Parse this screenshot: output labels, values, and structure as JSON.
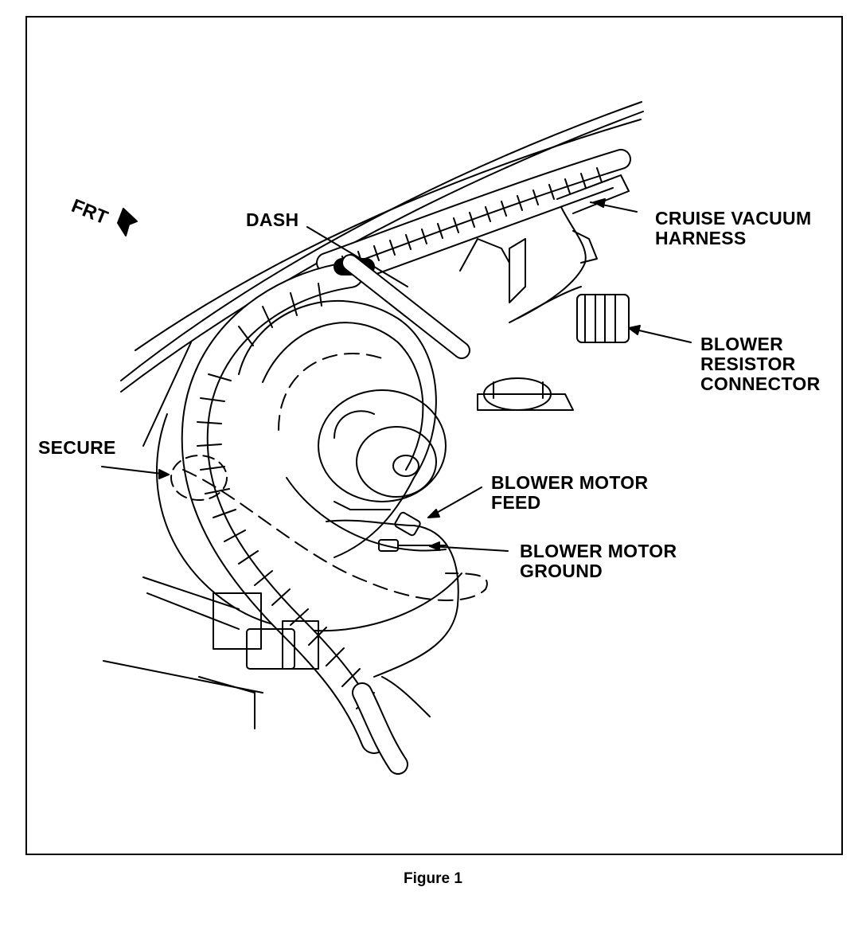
{
  "figure": {
    "caption": "Figure 1",
    "direction_marker": "FRT"
  },
  "labels": {
    "dash": "DASH",
    "cruise_vacuum_harness": [
      "CRUISE VACUUM",
      "HARNESS"
    ],
    "blower_resistor_connector": [
      "BLOWER",
      "RESISTOR",
      "CONNECTOR"
    ],
    "secure": "SECURE",
    "blower_motor_feed": [
      "BLOWER MOTOR",
      "FEED"
    ],
    "blower_motor_ground": [
      "BLOWER MOTOR",
      "GROUND"
    ]
  }
}
